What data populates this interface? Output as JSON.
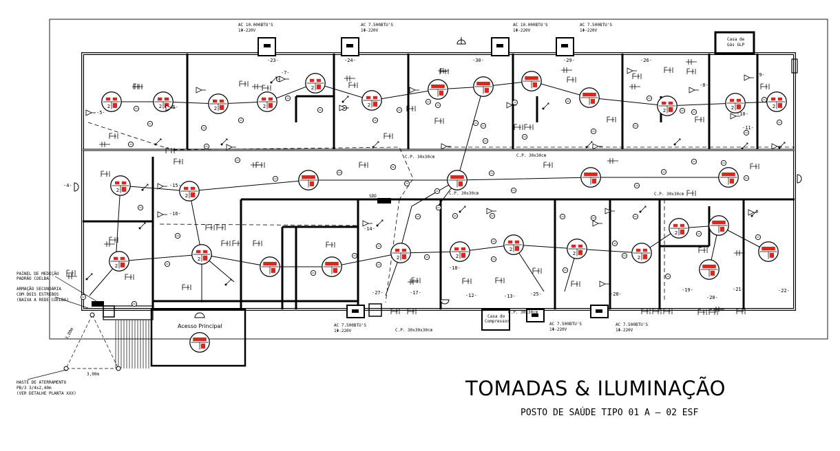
{
  "title": "TOMADAS & ILUMINAÇÃO",
  "subtitle": "POSTO DE SAÚDE TIPO 01 A – 02 ESF",
  "ac_units": [
    {
      "line1": "AC 10.000BTU'S",
      "line2": "1Φ-220V"
    },
    {
      "line1": "AC 7.500BTU'S",
      "line2": "1Φ-220V"
    },
    {
      "line1": "AC 10.000BTU'S",
      "line2": "1Φ-220V"
    },
    {
      "line1": "AC 7.500BTU'S",
      "line2": "1Φ-220V"
    },
    {
      "line1": "AC 7.500BTU'S",
      "line2": "1Φ-220V"
    },
    {
      "line1": "AC 7.500BTU'S",
      "line2": "1Φ-220V"
    },
    {
      "line1": "AC 7.500BTU'S",
      "line2": "1Φ-220V"
    }
  ],
  "gas_label": {
    "line1": "Casa de",
    "line2": "Gás GLP"
  },
  "access_label": "Acesso Principal",
  "cp_labels": [
    "C.P. 30x30cm",
    "C.P. 30x30cm",
    "C.P. 30x30cm",
    "C.P. 30x30cm",
    "C.P. 30x30cm",
    "C.P. 30x30x30cm"
  ],
  "panel_notes": [
    "PAINEL DE MEDIÇÃO",
    "PADRÃO COELBA",
    "ARMAÇÃO SECUNDÁRIA",
    "COM DOIS ESTRIBOS",
    "(BAIXA A REDE COELBA)"
  ],
  "ground_notes": [
    "HASTE DE ATERRAMENTO",
    "PB/3 3/4x2,40m",
    "(VER DETALHE PLANTA XXX)"
  ],
  "ground_dims": [
    "3,00m",
    "3,00m"
  ],
  "sdd_label": "SDD",
  "compressor_label": {
    "line1": "Casa do",
    "line2": "Compressor"
  },
  "circuit_tags": [
    "-23-",
    "-24-",
    "-30-",
    "-29-",
    "-26-",
    "-5-",
    "-6-",
    "-7-",
    "-8-",
    "-9-",
    "-10-",
    "-11-",
    "-14-",
    "-15-",
    "-16-",
    "-17-",
    "-18-",
    "-19-",
    "-20-",
    "-21-",
    "-22-",
    "-25-",
    "-27-",
    "-28-",
    "-4-",
    "-13-",
    "-12-"
  ]
}
